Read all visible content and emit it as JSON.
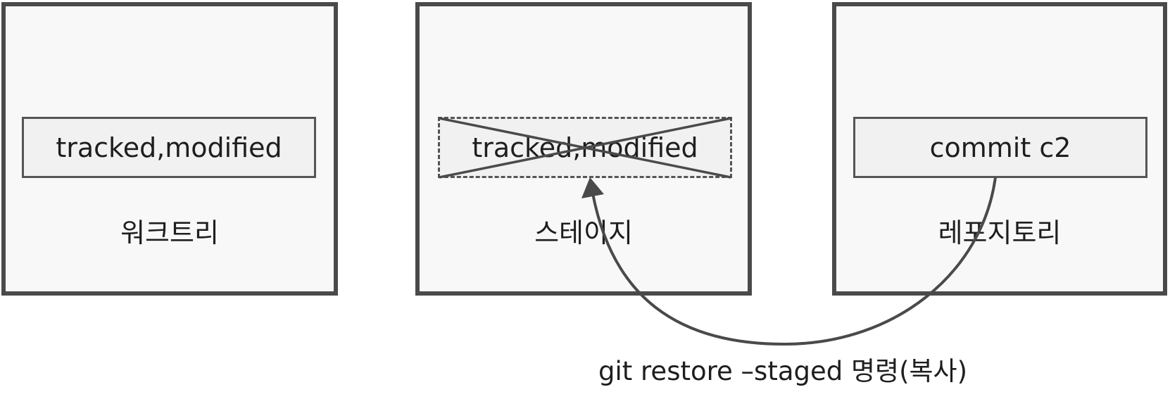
{
  "panels": {
    "worktree": {
      "label": "워크트리",
      "file": "tracked,modified"
    },
    "stage": {
      "label": "스테이지",
      "file": "tracked,modified"
    },
    "repository": {
      "label": "레포지토리",
      "file": "commit c2"
    }
  },
  "command": "git restore –staged 명령(복사)",
  "colors": {
    "border": "#4a4a4a",
    "panel_fill": "#f8f8f8",
    "box_fill": "#f1f1f1"
  }
}
